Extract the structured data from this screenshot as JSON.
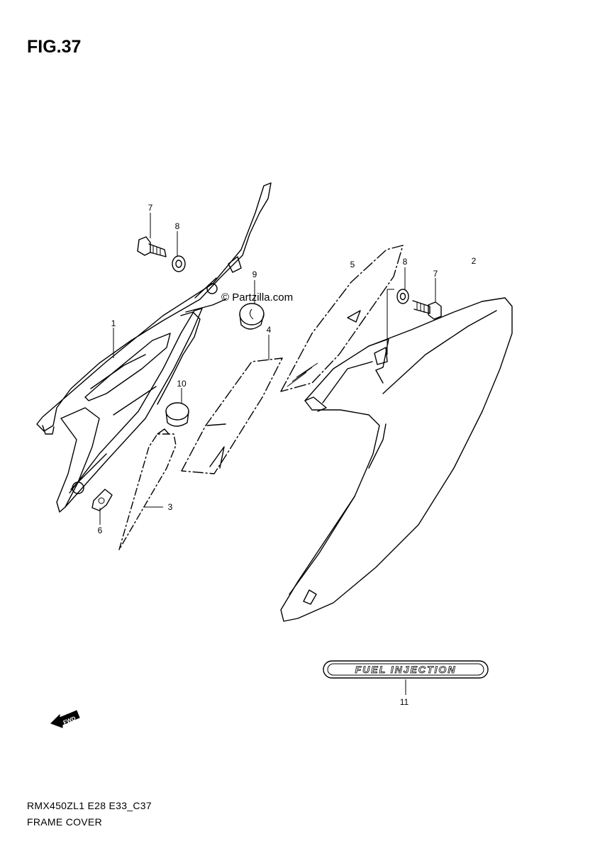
{
  "figure": {
    "title": "FIG.37",
    "watermark": "© Partzilla.com",
    "fwd_label": "FWD"
  },
  "callouts": [
    {
      "id": "p1",
      "label": "1"
    },
    {
      "id": "p2",
      "label": "2"
    },
    {
      "id": "p3",
      "label": "3"
    },
    {
      "id": "p4",
      "label": "4"
    },
    {
      "id": "p5",
      "label": "5"
    },
    {
      "id": "p6",
      "label": "6"
    },
    {
      "id": "p7a",
      "label": "7"
    },
    {
      "id": "p7b",
      "label": "7"
    },
    {
      "id": "p8a",
      "label": "8"
    },
    {
      "id": "p8b",
      "label": "8"
    },
    {
      "id": "p9",
      "label": "9"
    },
    {
      "id": "p10",
      "label": "10"
    },
    {
      "id": "p11",
      "label": "11"
    }
  ],
  "emblem_text": "FUEL INJECTION",
  "footer": {
    "model_code": "RMX450ZL1 E28 E33_C37",
    "section_name": "FRAME COVER"
  }
}
